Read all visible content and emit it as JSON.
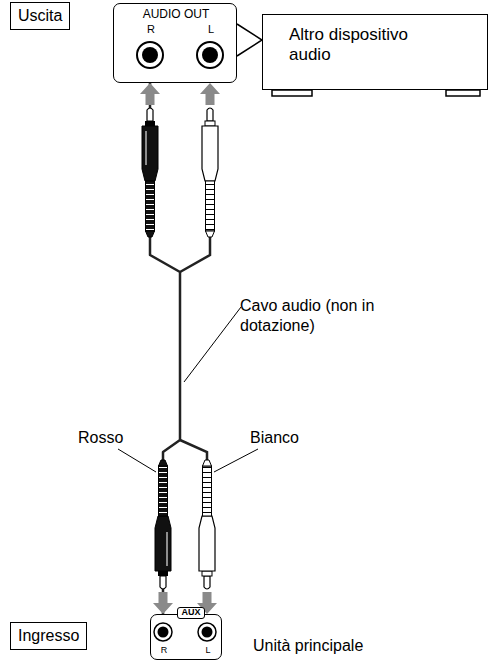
{
  "diagram": {
    "nodes": [
      {
        "text": [
          "Uscita"
        ]
      },
      {
        "text": [
          "AUDIO OUT",
          "R",
          "L"
        ]
      },
      {
        "text": [
          "Altro dispositivo audio"
        ]
      },
      {
        "text": [
          "Ingresso"
        ]
      },
      {
        "text": [
          "AUX",
          "R",
          "L"
        ]
      }
    ],
    "edges": [
      {
        "from": 1,
        "to": 4,
        "arrow": "both"
      }
    ],
    "labels": [
      "Cavo audio (non in dotazione)",
      "Rosso",
      "Bianco",
      "Unità principale"
    ]
  }
}
